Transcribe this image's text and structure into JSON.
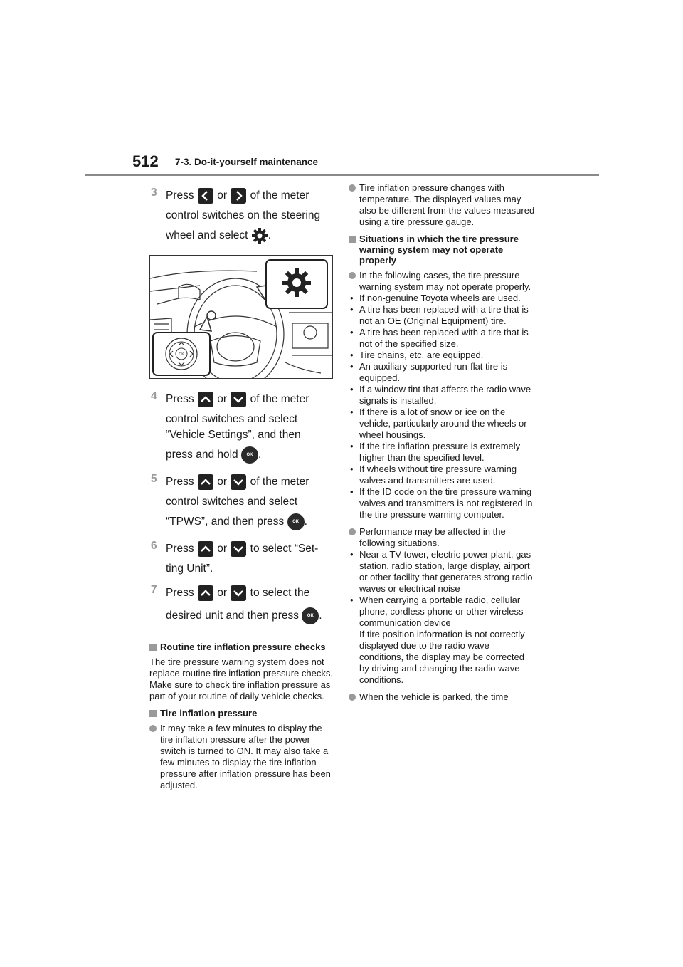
{
  "header": {
    "page_number": "512",
    "section": "7-3. Do-it-yourself maintenance"
  },
  "steps": [
    {
      "num": "3",
      "lines": [
        "Press",
        "or",
        "of the meter",
        "control switches on the steering",
        "wheel and select",
        "."
      ]
    },
    {
      "num": "4",
      "lines": [
        "Press",
        "or",
        "of the meter",
        "control switches and select",
        "“Vehicle Settings”, and then",
        "press and hold",
        "."
      ]
    },
    {
      "num": "5",
      "lines": [
        "Press",
        "or",
        "of the meter",
        "control switches and select",
        "“TPWS”, and then press",
        "."
      ]
    },
    {
      "num": "6",
      "lines": [
        "Press",
        "or",
        "to select “Set-",
        "ting Unit”."
      ]
    },
    {
      "num": "7",
      "lines": [
        "Press",
        "or",
        "to select the",
        "desired unit and then press",
        "."
      ]
    }
  ],
  "ok_label": "OK",
  "routine": {
    "heading": "Routine tire inflation pressure checks",
    "text": "The tire pressure warning system does not replace routine tire inflation pressure checks. Make sure to check tire inflation pressure as part of your routine of daily vehicle checks."
  },
  "inflation": {
    "heading": "Tire inflation pressure",
    "bullet1": "It may take a few minutes to display the tire inflation pressure after the power switch is turned to ON. It may also take a few minutes to display the tire inflation pressure after inflation pressure has been adjusted.",
    "bullet2": "Tire inflation pressure changes with temperature. The displayed values may also be different from the values measured using a tire pressure gauge."
  },
  "situations": {
    "heading": "Situations in which the tire pressure warning system may not operate properly",
    "bullet1": "In the following cases, the tire pressure warning system may not operate properly.",
    "cases": [
      "If non-genuine Toyota wheels are used.",
      "A tire has been replaced with a tire that is not an OE (Original Equipment) tire.",
      "A tire has been replaced with a tire that is not of the specified size.",
      "Tire chains, etc. are equipped.",
      "An auxiliary-supported run-flat tire is equipped.",
      "If a window tint that affects the radio wave signals is installed.",
      "If there is a lot of snow or ice on the vehicle, particularly around the wheels or wheel housings.",
      "If the tire inflation pressure is extremely higher than the specified level.",
      "If wheels without tire pressure warning valves and transmitters are used.",
      "If the ID code on the tire pressure warning valves and transmitters is not registered in the tire pressure warning computer."
    ],
    "bullet2": "Performance may be affected in the following situations.",
    "cases2": [
      "Near a TV tower, electric power plant, gas station, radio station, large display, airport or other facility that generates strong radio waves or electrical noise",
      "When carrying a portable radio, cellular phone, cordless phone or other wireless communication device"
    ],
    "note": "If tire position information is not correctly displayed due to the radio wave conditions, the display may be corrected by driving and changing the radio wave conditions.",
    "bullet3": "When the vehicle is parked, the time"
  }
}
